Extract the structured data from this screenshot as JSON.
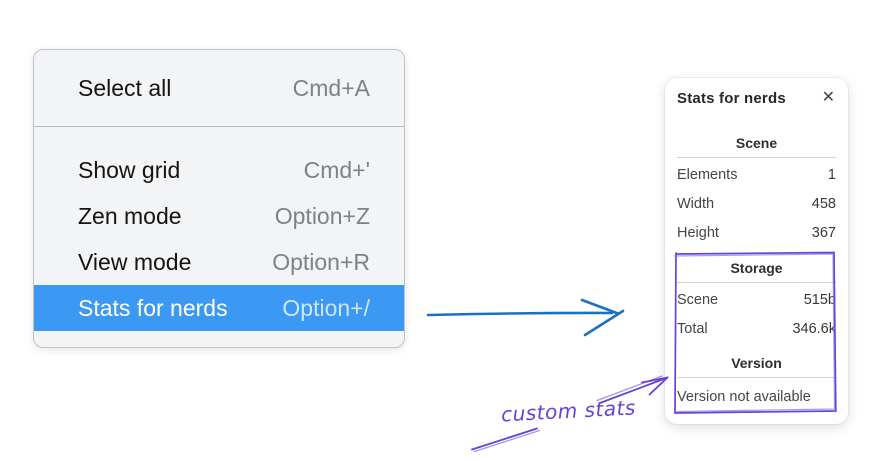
{
  "context_menu": {
    "sections": [
      {
        "items": [
          {
            "label": "Select all",
            "shortcut": "Cmd+A",
            "selected": false
          }
        ]
      },
      {
        "items": [
          {
            "label": "Show grid",
            "shortcut": "Cmd+'",
            "selected": false
          },
          {
            "label": "Zen mode",
            "shortcut": "Option+Z",
            "selected": false
          },
          {
            "label": "View mode",
            "shortcut": "Option+R",
            "selected": false
          },
          {
            "label": "Stats for nerds",
            "shortcut": "Option+/",
            "selected": true
          }
        ]
      }
    ]
  },
  "stats_panel": {
    "title": "Stats for nerds",
    "close_icon": "✕",
    "sections": [
      {
        "header": "Scene",
        "rows": [
          {
            "label": "Elements",
            "value": "1"
          },
          {
            "label": "Width",
            "value": "458"
          },
          {
            "label": "Height",
            "value": "367"
          }
        ]
      },
      {
        "header": "Storage",
        "rows": [
          {
            "label": "Scene",
            "value": "515b"
          },
          {
            "label": "Total",
            "value": "346.6k"
          }
        ]
      },
      {
        "header": "Version",
        "note": "Version not available"
      }
    ]
  },
  "annotation": {
    "label": "custom stats"
  },
  "colors": {
    "menu_highlight": "#3b99f4",
    "menu_background": "#f3f4f6",
    "arrow_blue": "#1b70c0",
    "annotation_purple": "#6741d9",
    "annotation_purple_light": "#8d7ae8"
  }
}
